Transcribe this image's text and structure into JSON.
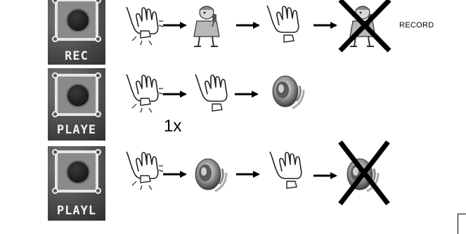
{
  "buttons": [
    {
      "label": "REC"
    },
    {
      "label": "PLAYE"
    },
    {
      "label": "PLAYL"
    }
  ],
  "row1": {
    "caption": "RECORD"
  },
  "row2": {
    "press_count": "1x"
  }
}
